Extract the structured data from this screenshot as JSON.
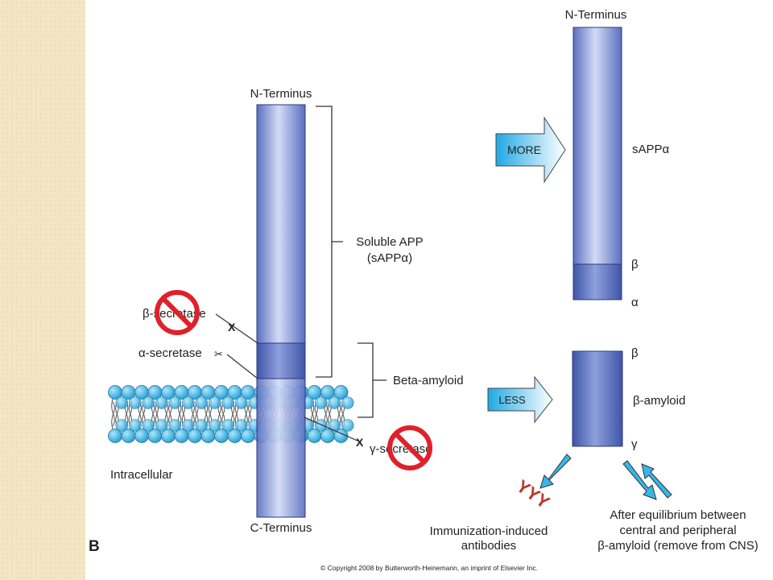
{
  "panel_label": "B",
  "copyright": "© Copyright 2008 by Butterworth-Heinemann, an imprint of Elsevier Inc.",
  "left": {
    "n_terminus": "N-Terminus",
    "c_terminus": "C-Terminus",
    "soluble_line1": "Soluble APP",
    "soluble_line2": "(sAPPα)",
    "beta_amyloid": "Beta-amyloid",
    "beta_secretase": "β-secretase",
    "alpha_secretase": "α-secretase",
    "gamma_secretase": "γ-secretase",
    "intracellular": "Intracellular",
    "block_mark": "X",
    "scissors": "✂"
  },
  "right": {
    "n_terminus": "N-Terminus",
    "more": "MORE",
    "less": "LESS",
    "sapp": "sAPPα",
    "beta_top": "β",
    "alpha": "α",
    "beta_bottom_top": "β",
    "beta_amyloid": "β-amyloid",
    "gamma": "γ",
    "antibody_glyph": "YYY",
    "immunization_line1": "Immunization-induced",
    "immunization_line2": "antibodies",
    "equilibrium_line1": "After equilibrium between",
    "equilibrium_line2": "central and peripheral",
    "equilibrium_line3": "β-amyloid (remove from CNS)"
  },
  "colors": {
    "side_strip": "#f2e6c4",
    "column_light": "#c9d3f2",
    "column_dark": "#4d62b3",
    "lipid_head": "#3fb8e6",
    "no_sign": "#e0202a",
    "arrow_fill": "#37b6ea",
    "antibody": "#b83a2e"
  }
}
